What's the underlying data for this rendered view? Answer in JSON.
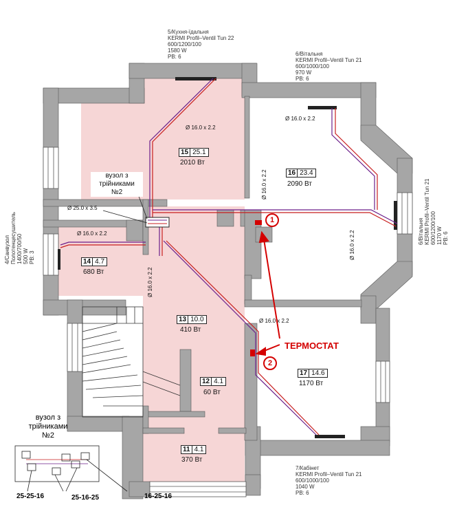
{
  "rooms": {
    "kitchen": {
      "num": "15",
      "area": "25.1",
      "power": "2010 Вт"
    },
    "bedroom_right": {
      "num": "16",
      "area": "23.4",
      "power": "2090 Вт"
    },
    "bathroom": {
      "num": "14",
      "area": "4.7",
      "power": "680 Вт"
    },
    "hall": {
      "num": "13",
      "area": "10.0",
      "power": "410 Вт"
    },
    "corridor": {
      "num": "12",
      "area": "4.1",
      "power": "60 Вт"
    },
    "vestibule": {
      "num": "11",
      "area": "4.1",
      "power": "370 Вт"
    },
    "cabinet": {
      "num": "17",
      "area": "14.6",
      "power": "1170 Вт"
    }
  },
  "radiator_notes": {
    "kitchen": [
      "5/Кухня-їдальня",
      "KERMI Profil–Ventil Tun 22",
      "600/1200/100",
      "1580 W",
      "PB: 6"
    ],
    "bedroom_top": [
      "6/Вітальня",
      "KERMI Profil–Ventil Tun 21",
      "600/1000/100",
      "970 W",
      "PB: 6"
    ],
    "bedroom_side": [
      "6/Вітальня",
      "KERMI Profil–Ventil Tun 21",
      "600/1200/100",
      "1170 W",
      "PB: 6"
    ],
    "bathroom": [
      "4/Санвузол",
      "Полотенцесушитель",
      "1400/700/50",
      "500 W",
      "PB: 3"
    ],
    "cabinet": [
      "7/Кабінет",
      "KERMI Profil–Ventil Tun 21",
      "600/1000/100",
      "1040 W",
      "PB: 6"
    ]
  },
  "pipe_labels": {
    "kitchen": "Ø 16.0 x 2.2",
    "bedroom_top": "Ø 16.0 x 2.2",
    "bedroom_vert": "Ø 16.0 x 2.2",
    "bedroom_right_vert": "Ø 16.0 x 2.2",
    "main": "Ø 25.0 x 3.5",
    "bathroom": "Ø 16.0 x 2.2",
    "hall_vert": "Ø 16.0 x 2.2",
    "cabinet": "Ø 16.0 x 2.2"
  },
  "manifold_label": [
    "вузол з",
    "трійниками",
    "№2"
  ],
  "thermostat": {
    "label": "ТЕРМОСТАТ",
    "marker1": "1",
    "marker2": "2"
  },
  "legend": {
    "title": [
      "вузол з",
      "трійниками",
      "№2"
    ],
    "codes": [
      "25-25-16",
      "25-16-25",
      "16-25-16"
    ]
  },
  "colors": {
    "floor": "#f6d6d6",
    "wall": "#a6a6a6",
    "pipe_supply": "#6b1e8a",
    "pipe_return": "#c81e1e",
    "accent": "#d40000"
  }
}
